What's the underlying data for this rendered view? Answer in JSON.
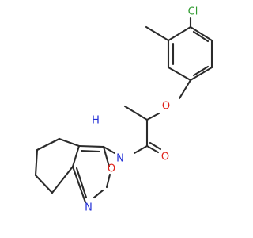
{
  "molecule": {
    "atom_labels": {
      "chlorine": "Cl",
      "ether_oxygen": "O",
      "carbonyl_oxygen": "O",
      "amide_nitrogen": "N",
      "amide_hydrogen": "H",
      "ring_oxygen": "O",
      "ring_nitrogen": "N"
    },
    "colors": {
      "bond": "#2b2b2b",
      "chlorine": "#2e9a2e",
      "oxygen": "#e0221a",
      "nitrogen": "#2431d6"
    }
  }
}
